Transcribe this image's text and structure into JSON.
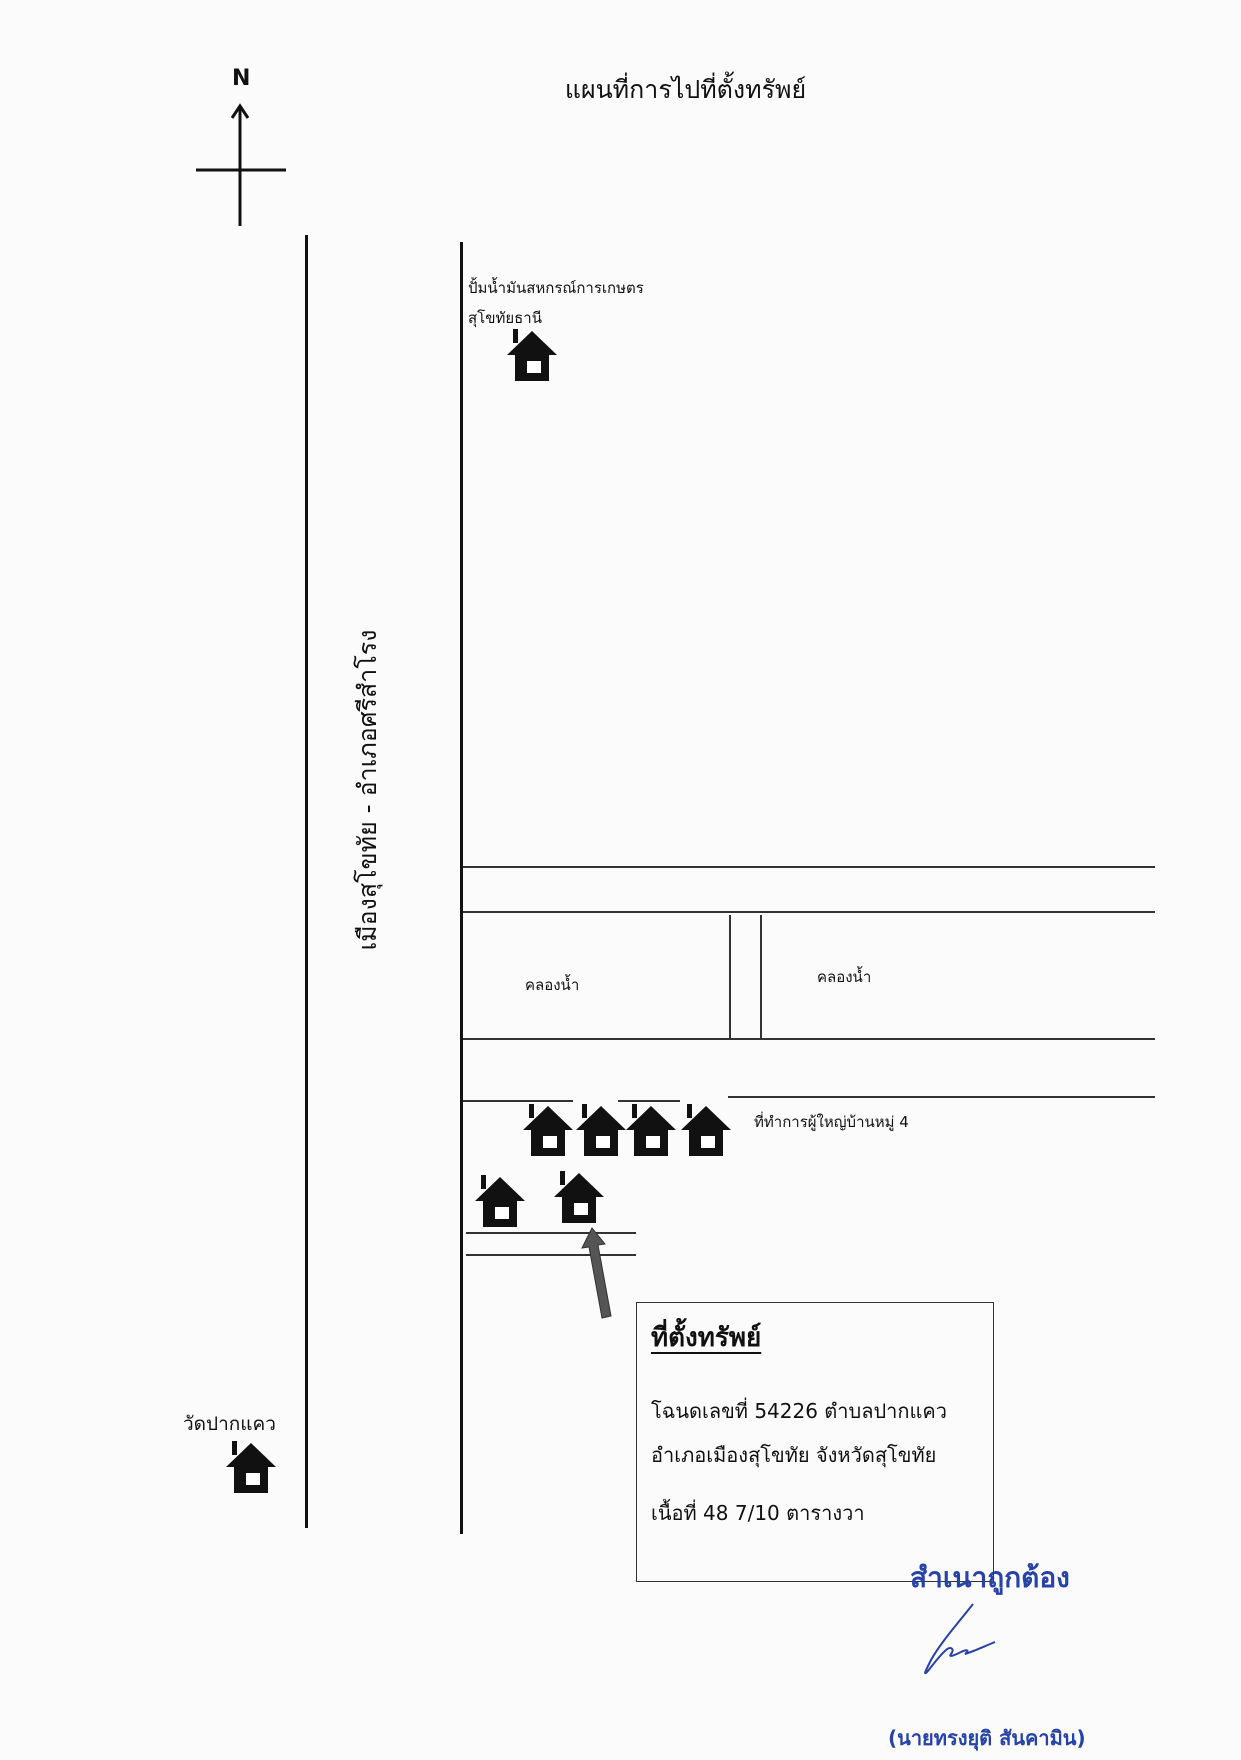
{
  "title": "แผนที่การไปที่ตั้งทรัพย์",
  "compass": {
    "label": "N"
  },
  "road_label": "เมืองสุโขทัย - อำเภอศรีสำโรง",
  "landmarks": {
    "gas_station_line1": "ปั้มน้ำมันสหกรณ์การเกษตร",
    "gas_station_line2": "สุโขทัยธานี",
    "canal_left": "คลองน้ำ",
    "canal_right": "คลองน้ำ",
    "village_office": "ที่ทำการผู้ใหญ่บ้านหมู่ 4",
    "temple": "วัดปากแคว"
  },
  "property": {
    "heading": "ที่ตั้งทรัพย์",
    "deed_line": "โฉนดเลขที่ 54226 ตำบลปากแคว",
    "district_line": "อำเภอเมืองสุโขทัย จังหวัดสุโขทัย",
    "area_line": "เนื้อที่ 48 7/10 ตารางวา"
  },
  "certification": {
    "stamp": "สำเนาถูกต้อง",
    "signer": "(นายทรงยุติ สันคามิน)"
  },
  "icons": {
    "house": "house-icon",
    "compass": "north-arrow-icon",
    "pointer": "arrow-icon"
  },
  "colors": {
    "ink": "#111111",
    "stamp_blue": "#2743a8",
    "pointer_gray": "#555555"
  }
}
